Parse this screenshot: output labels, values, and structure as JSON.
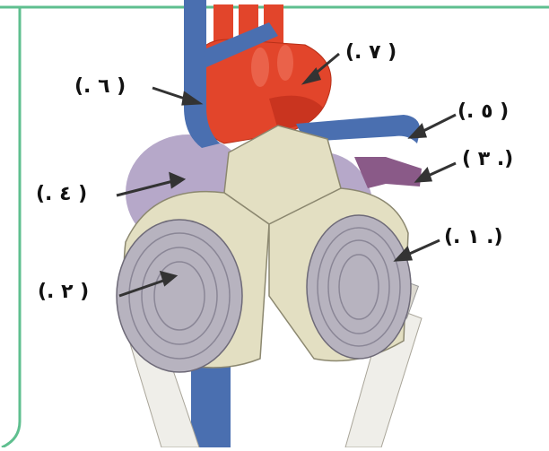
{
  "diagram": {
    "colors": {
      "frame": "#5fbf8f",
      "vein_blue": "#4a6fb0",
      "aorta_red": "#e2452b",
      "heart_purple": "#b6a8c9",
      "pump_body": "#e3dfc2",
      "pump_disc": "#9c98a8",
      "tube": "#e8e6e0",
      "arrow": "#333333"
    },
    "labels": [
      {
        "id": "7",
        "text": "(. ٧ )"
      },
      {
        "id": "6",
        "text": "(. ٦ )"
      },
      {
        "id": "5",
        "text": "(. ٥ )"
      },
      {
        "id": "3",
        "text": "( ٣ .)"
      },
      {
        "id": "4",
        "text": "(. ٤ )"
      },
      {
        "id": "1",
        "text": "(. ١ .)"
      },
      {
        "id": "2",
        "text": "(. ٢ )"
      }
    ]
  }
}
